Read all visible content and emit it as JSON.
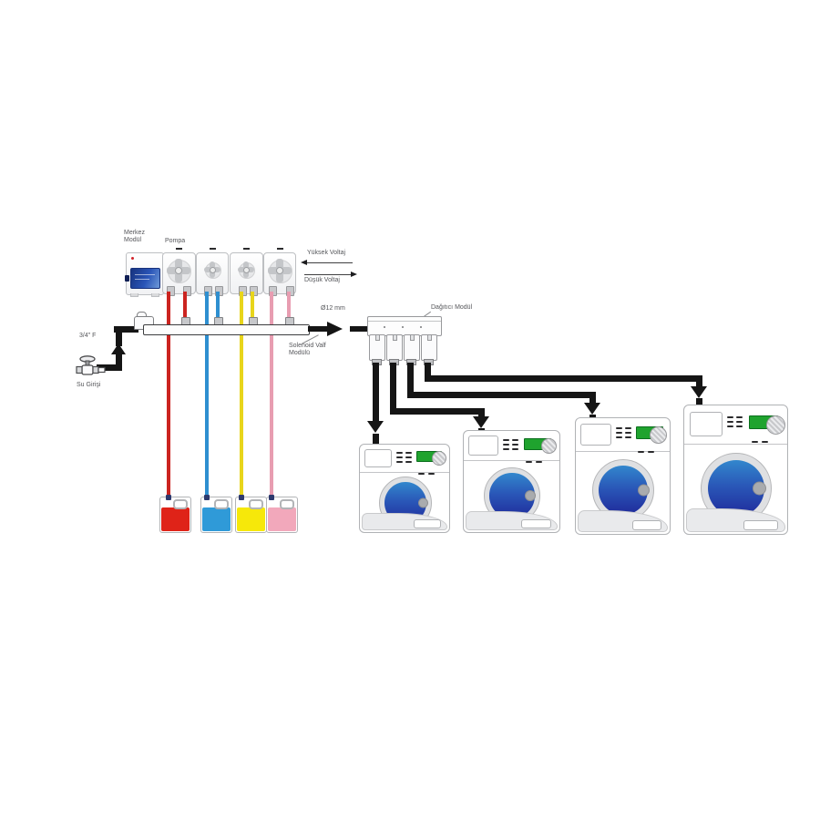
{
  "labels": {
    "central_module": "Merkez Modül",
    "pump": "Pompa",
    "high_voltage": "Yüksek Voltaj",
    "low_voltage": "Düşük Voltaj",
    "pipe_diameter": "Ø12 mm",
    "solenoid_valve_module": "Solenoid Valf Modülü",
    "distributor_module": "Dağıtıcı Modül",
    "water_inlet_size": "3/4\" F",
    "water_inlet": "Su Girişi"
  },
  "colors": {
    "chemical_red": "#df2318",
    "chemical_blue": "#2f9ad8",
    "chemical_yellow": "#f6e80a",
    "chemical_pink": "#f2a8bb",
    "tube_red": "#cb2420",
    "tube_blue": "#2e8fd0",
    "tube_yellow": "#e8d51b",
    "tube_pink": "#e89db1",
    "hose_black": "#151515",
    "display_green": "#1fa32e",
    "module_screen_blue": "#2a55b8",
    "drum_blue_top": "#3287cd",
    "drum_blue_bottom": "#1f2a9b"
  },
  "pumps": [
    {
      "id": 1,
      "chemical": "red"
    },
    {
      "id": 2,
      "chemical": "blue"
    },
    {
      "id": 3,
      "chemical": "yellow"
    },
    {
      "id": 4,
      "chemical": "pink"
    }
  ],
  "containers": [
    {
      "id": 1,
      "chemical": "red"
    },
    {
      "id": 2,
      "chemical": "blue"
    },
    {
      "id": 3,
      "chemical": "yellow"
    },
    {
      "id": 4,
      "chemical": "pink"
    }
  ],
  "washing_machines": [
    {
      "id": 1
    },
    {
      "id": 2
    },
    {
      "id": 3
    },
    {
      "id": 4
    }
  ]
}
